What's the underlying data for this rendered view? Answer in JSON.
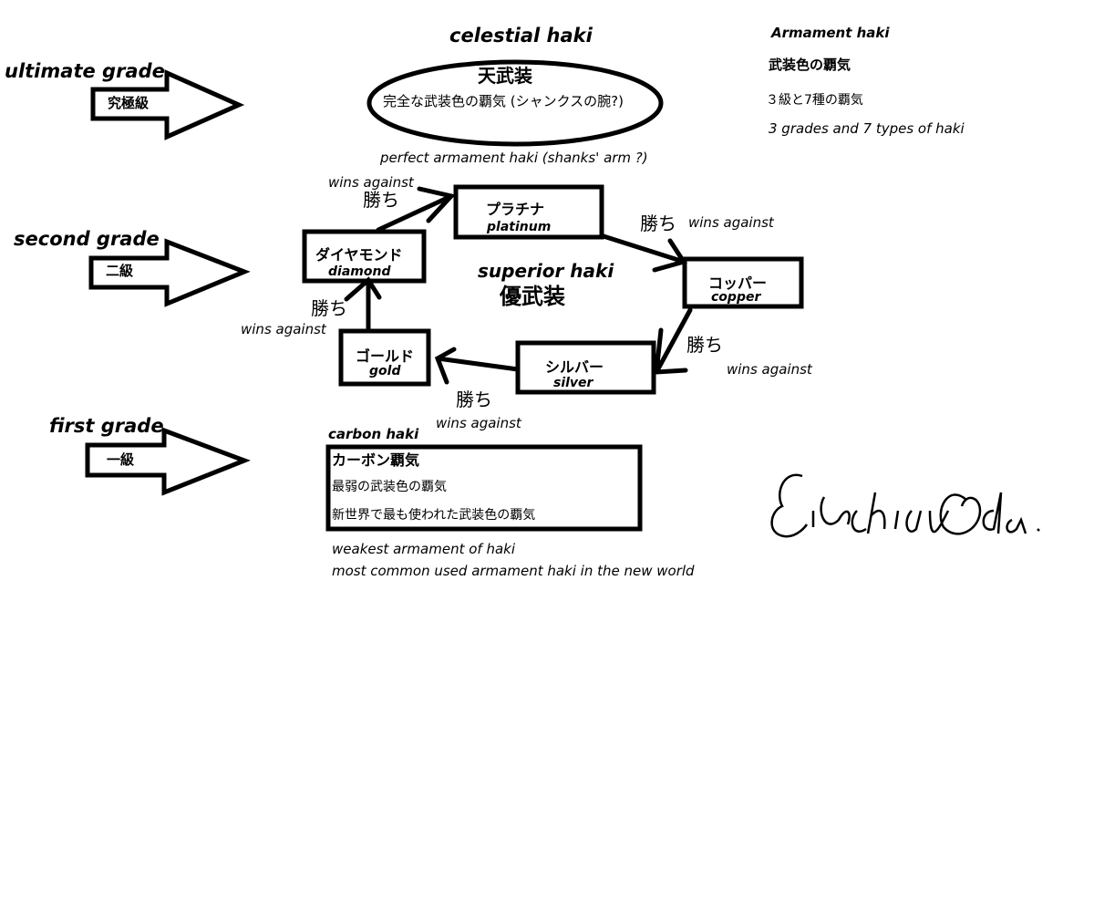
{
  "title": {
    "en": "celestial haki"
  },
  "top_right": {
    "en": "Armament haki",
    "jp": "武装色の覇気",
    "jp_sub": "３級と7種の覇気",
    "en_sub": "3 grades and 7 types of haki"
  },
  "grades": [
    {
      "en": "ultimate grade",
      "jp": "究極級"
    },
    {
      "en": "second grade",
      "jp": "二級"
    },
    {
      "en": "first grade",
      "jp": "一級"
    }
  ],
  "celestial": {
    "jp": "天武装",
    "jp_desc": "完全な武装色の覇気 (シャンクスの腕?)",
    "en_desc": "perfect armament haki (shanks' arm ?)"
  },
  "superior": {
    "en": "superior haki",
    "jp": "優武装"
  },
  "nodes": {
    "platinum": {
      "jp": "プラチナ",
      "en": "platinum"
    },
    "diamond": {
      "jp": "ダイヤモンド",
      "en": "diamond"
    },
    "copper": {
      "jp": "コッパー",
      "en": "copper"
    },
    "silver": {
      "jp": "シルバー",
      "en": "silver"
    },
    "gold": {
      "jp": "ゴールド",
      "en": "gold"
    }
  },
  "win": {
    "jp": "勝ち",
    "en": "wins against"
  },
  "carbon": {
    "en": "carbon haki",
    "jp": "カーボン覇気",
    "line1": "最弱の武装色の覇気",
    "line2": "新世界で最も使われた武装色の覇気",
    "en1": "weakest armament of haki",
    "en2": "most common used armament haki in the new world"
  },
  "signature": "Eiichiro Oda"
}
